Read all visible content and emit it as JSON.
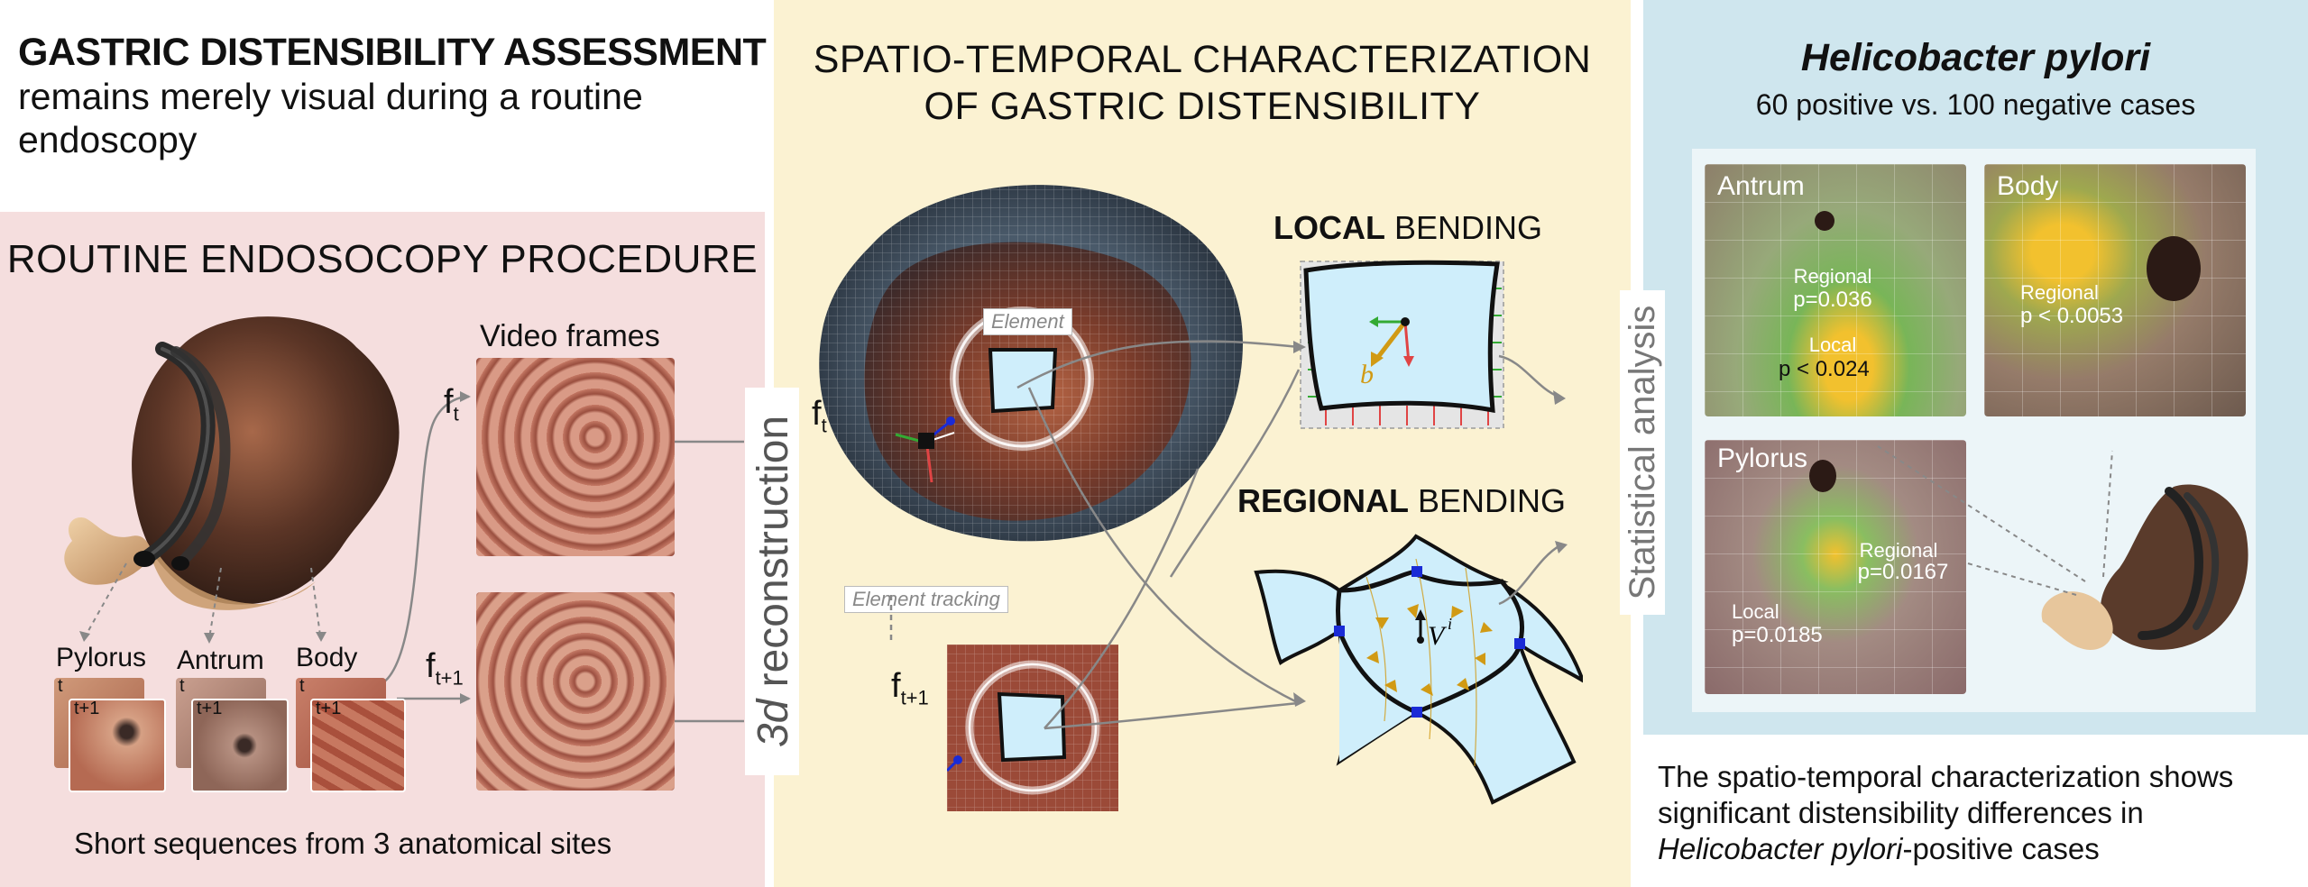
{
  "left": {
    "headline_bold": "GASTRIC DISTENSIBILITY ASSESSMENT",
    "headline_line2": "remains merely visual during a routine",
    "headline_line3": "endoscopy",
    "section_title": "ROUTINE ENDOSOCOPY PROCEDURE",
    "video_frames_label": "Video frames",
    "ft_base": "f",
    "ft_sub": "t",
    "ft1_base": "f",
    "ft1_sub": "t+1",
    "sites": [
      "Pylorus",
      "Antrum",
      "Body"
    ],
    "thumb_t": "t",
    "thumb_t1": "t+1",
    "footer": "Short sequences from 3 anatomical sites"
  },
  "middle": {
    "title_line1": "SPATIO-TEMPORAL CHARACTERIZATION",
    "title_line2": "OF GASTRIC DISTENSIBILITY",
    "reconstruction_prefix": "3d",
    "reconstruction_word": "reconstruction",
    "ft_base": "f",
    "ft_sub": "t",
    "ft1_base": "f",
    "ft1_sub": "t+1",
    "element_tag": "Element",
    "tracking_tag": "Element tracking",
    "local_bold": "LOCAL",
    "local_rest": " BENDING",
    "regional_bold": "REGIONAL",
    "regional_rest": " BENDING",
    "b_symbol": "b",
    "v_symbol": "V",
    "v_sup": "i"
  },
  "stats": {
    "label": "Statistical analysis"
  },
  "right": {
    "title": "Helicobacter pylori",
    "subtitle": "60 positive vs. 100 negative cases",
    "panels": [
      {
        "site": "Antrum",
        "lines": [
          "Regional",
          "p=0.036",
          "Local",
          "p < 0.024"
        ]
      },
      {
        "site": "Body",
        "lines": [
          "Regional",
          "p < 0.0053"
        ]
      },
      {
        "site": "Pylorus",
        "lines": [
          "Regional",
          "p=0.0167",
          "Local",
          "p=0.0185"
        ]
      }
    ],
    "caption_line1": "The spatio-temporal characterization shows",
    "caption_line2": "significant distensibility differences in",
    "caption_line3_italic": "Helicobacter pylori",
    "caption_line3_rest": "-positive cases"
  },
  "colors": {
    "left_panel": "#f5dede",
    "middle_panel": "#fbf2d2",
    "right_panel": "#cfe6ee",
    "element_fill": "#cfeefb",
    "arrow_gold": "#d19a14",
    "arrow_green": "#33aa33",
    "arrow_red": "#e04444",
    "node_blue": "#1a2bd6"
  }
}
